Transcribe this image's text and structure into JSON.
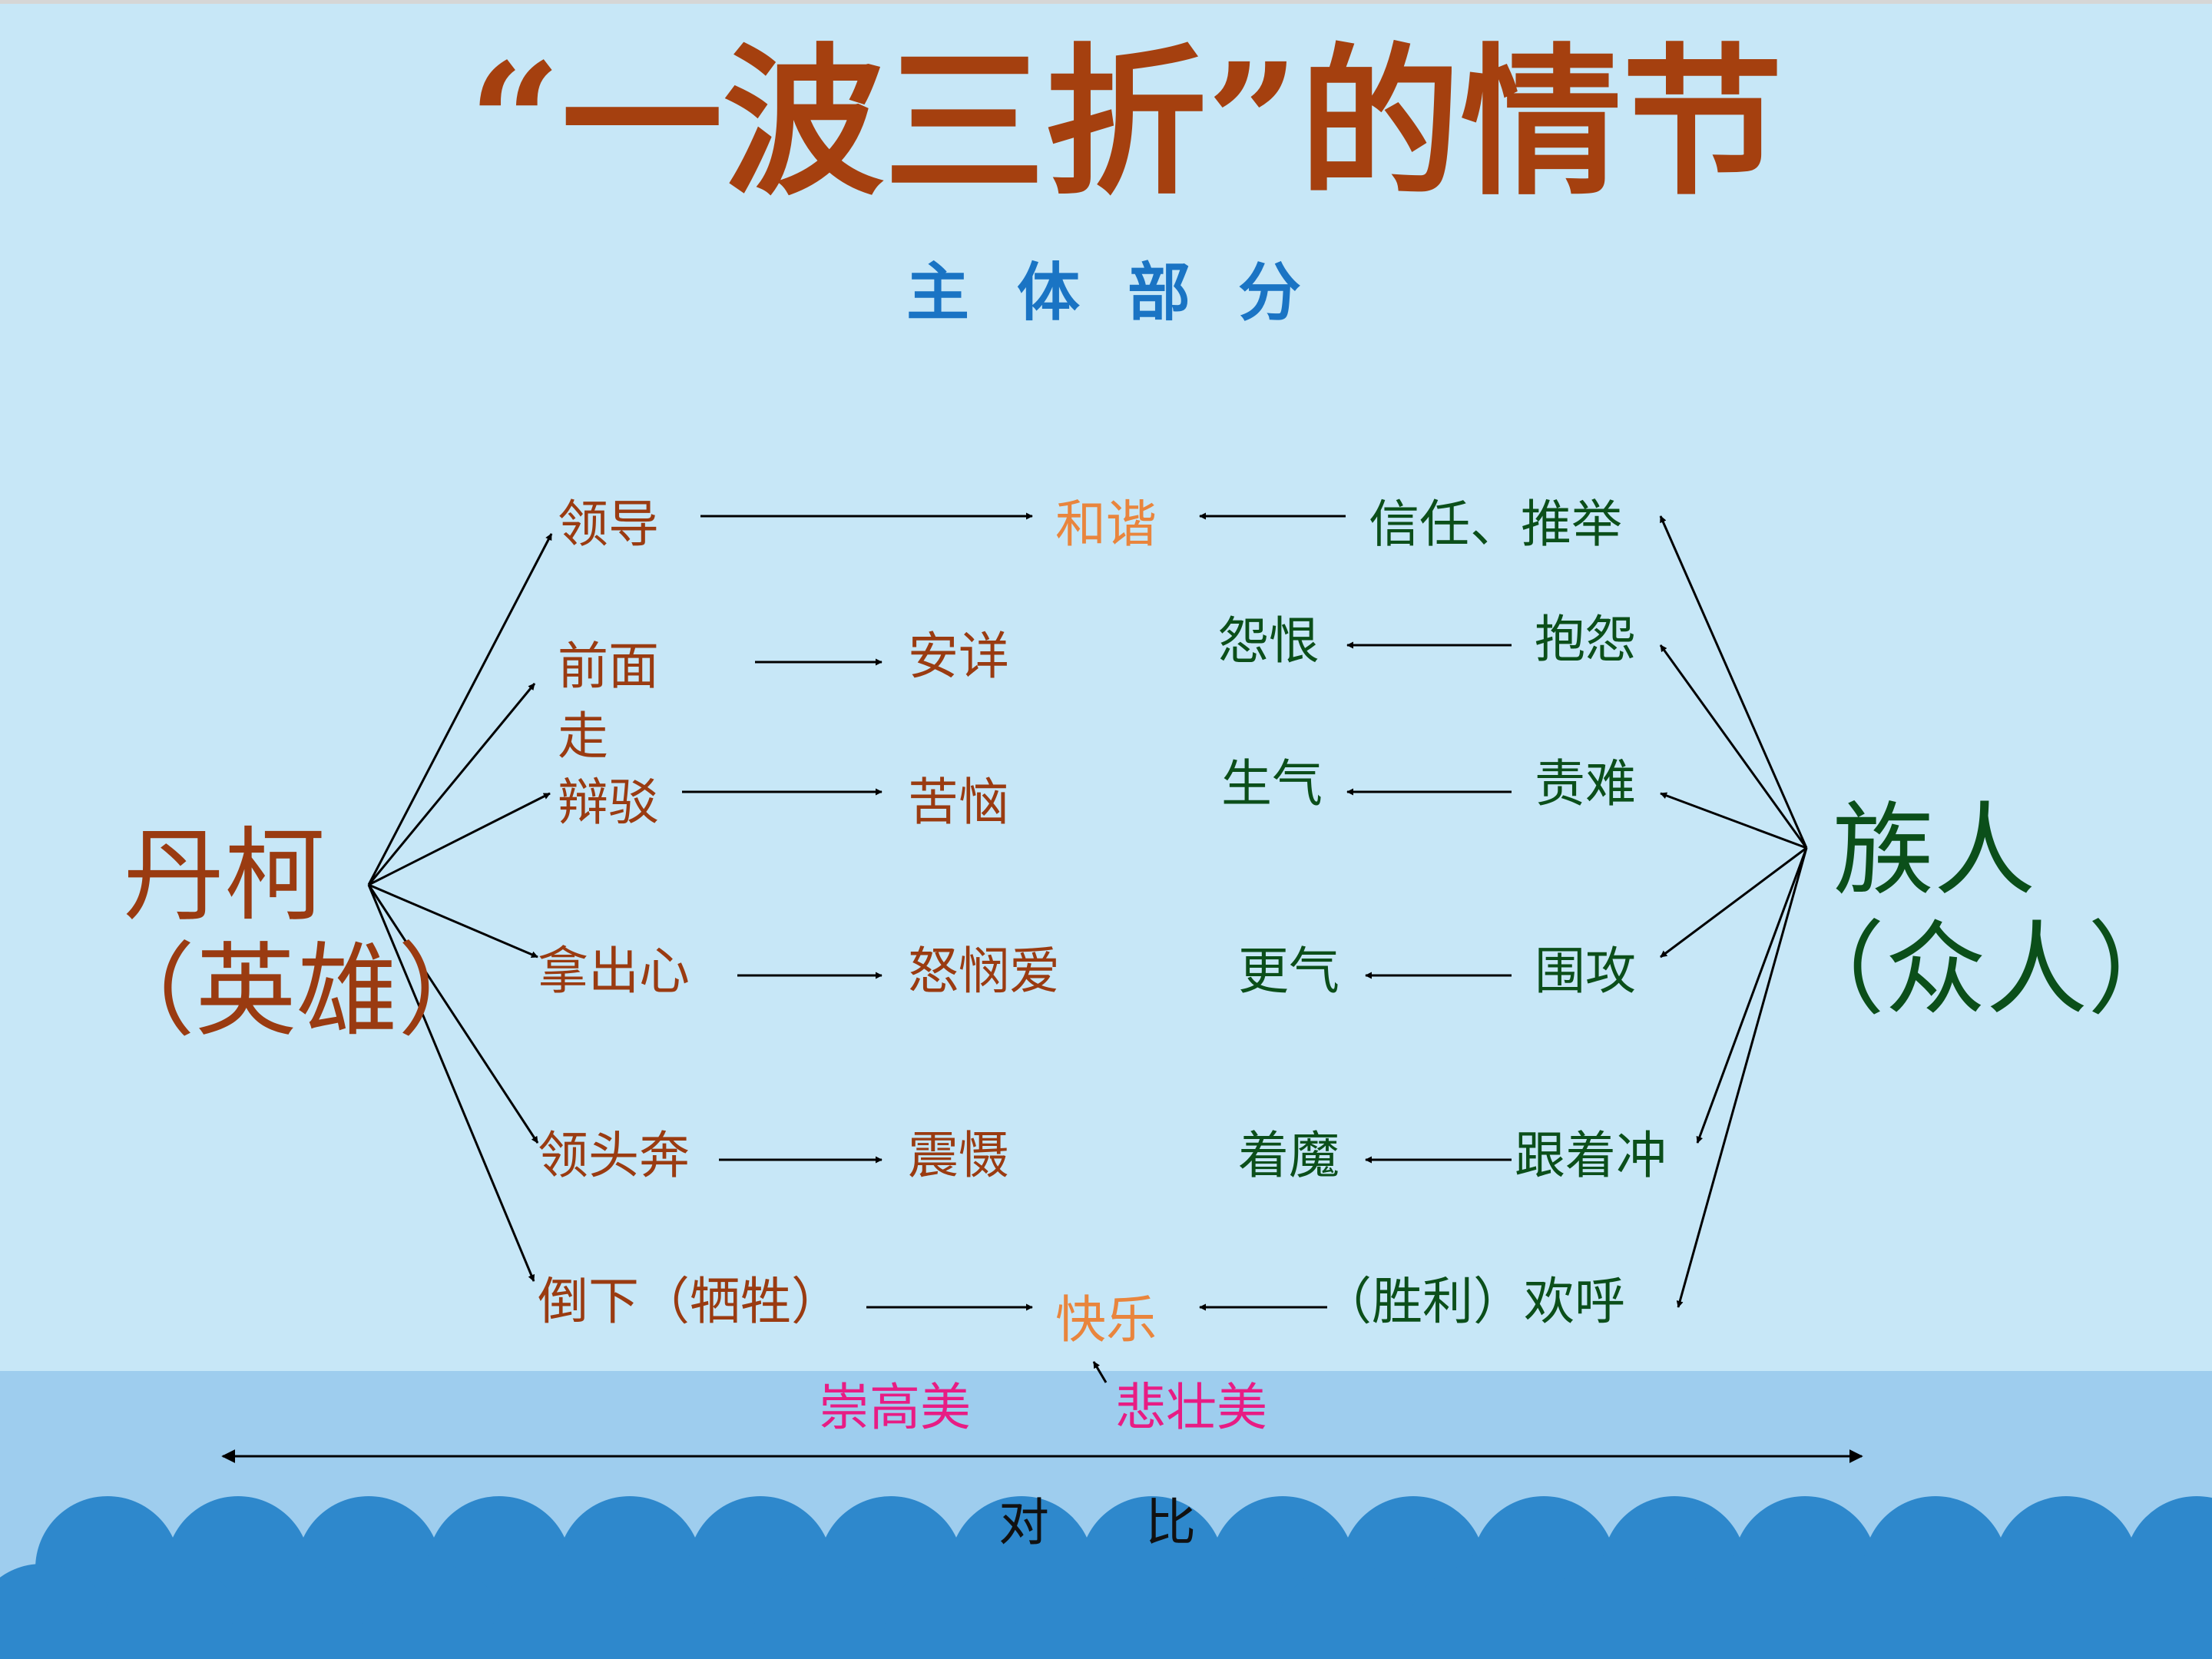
{
  "title": "“一波三折”的情节",
  "subtitle": "主体部分",
  "left_hero": {
    "name": "丹柯",
    "role": "（英雄）"
  },
  "right_group": {
    "name": "族人",
    "role": "（众人）"
  },
  "hero_actions": [
    "领导",
    "前面走",
    "辩驳",
    "拿出心",
    "领头奔",
    "倒下（牺牲）"
  ],
  "hero_results": [
    "安详",
    "苦恼",
    "怒悯爱",
    "震慑"
  ],
  "shared": {
    "harmony": "和谐",
    "joy": "快乐"
  },
  "crowd_actions": [
    "信任、推举",
    "抱怨",
    "责难",
    "围攻",
    "跟着冲",
    "（胜利）欢呼"
  ],
  "crowd_results": [
    "怨恨",
    "生气",
    "更气",
    "着魔"
  ],
  "aesthetics": {
    "sublime": "崇高美",
    "tragic": "悲壮美"
  },
  "contrast": "对 比",
  "colors": {
    "background": "#c7e7f7",
    "title": "#a5400f",
    "subtitle": "#1a74c4",
    "hero": "#9a3b11",
    "crowd": "#0b4f1a",
    "highlight": "#e9853d",
    "aesthetic": "#e81c84",
    "wave": "#2e88cc"
  }
}
